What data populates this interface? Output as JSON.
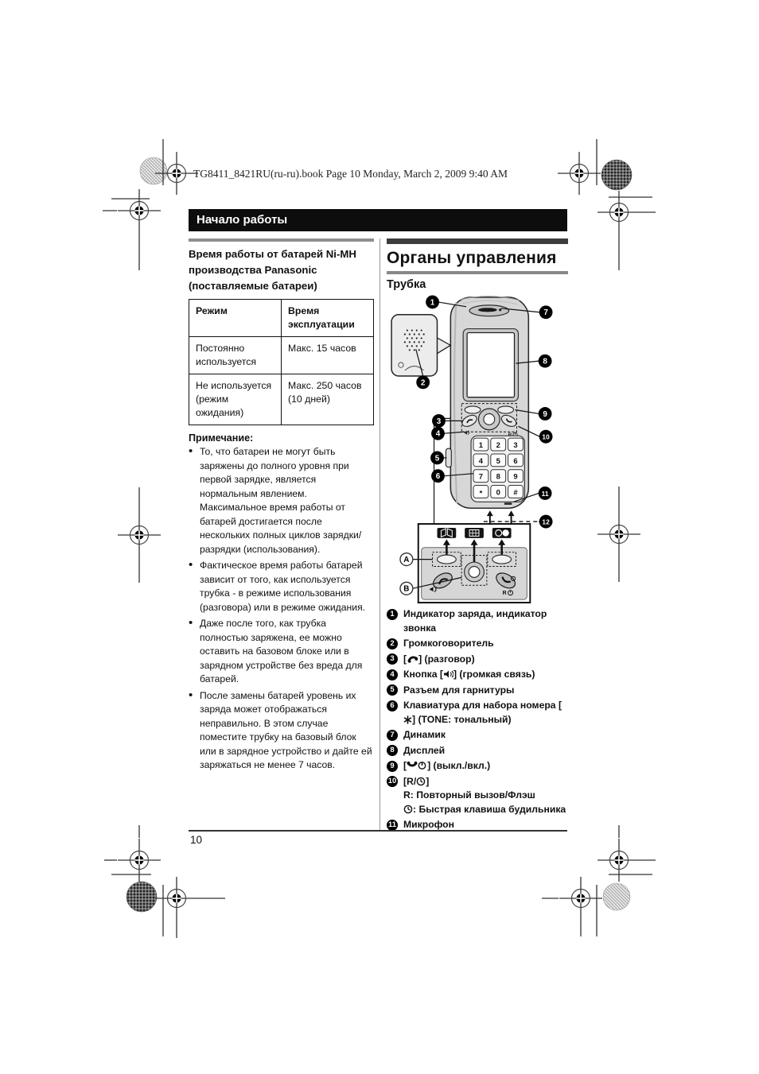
{
  "page": {
    "print_header": "TG8411_8421RU(ru-ru).book  Page 10  Monday, March 2, 2009  9:40 AM",
    "section_header": "Начало работы",
    "page_number": "10"
  },
  "left_column": {
    "heading": "Время работы от батарей Ni-MH производства Panasonic (поставляемые батареи)",
    "table": {
      "headers": [
        "Режим",
        "Время эксплуатации"
      ],
      "rows": [
        [
          "Постоянно используется",
          "Макс. 15 часов"
        ],
        [
          "Не используется (режим ожидания)",
          "Макс. 250 часов (10 дней)"
        ]
      ]
    },
    "note_title": "Примечание:",
    "notes": [
      "То, что батареи не могут быть заряжены до полного уровня при первой зарядке, является нормальным явлением. Максимальное время работы от батарей достигается после нескольких полных циклов зарядки/разрядки (использования).",
      "Фактическое время работы батарей зависит от того, как используется трубка - в режиме использования (разговора) или в режиме ожидания.",
      "Даже после того, как трубка полностью заряжена, ее можно оставить на базовом блоке или в зарядном устройстве без вреда для батарей.",
      "После замены батарей уровень их заряда может отображаться неправильно. В этом случае поместите трубку на базовый блок или в зарядное устройство и дайте ей заряжаться не менее 7 часов."
    ]
  },
  "right_column": {
    "title": "Органы управления",
    "subtitle": "Трубка",
    "diagram": {
      "callouts": {
        "c1": "1",
        "c2": "2",
        "c3": "3",
        "c4": "4",
        "c5": "5",
        "c6": "6",
        "c7": "7",
        "c8": "8",
        "c9": "9",
        "c10": "10",
        "c11": "11",
        "c12": "12"
      },
      "inset_labels": {
        "a": "A",
        "b": "B"
      },
      "keypad": [
        "1",
        "2",
        "3",
        "4",
        "5",
        "6",
        "7",
        "8",
        "9",
        "*",
        "0",
        "#"
      ],
      "r_key": "R"
    },
    "legend": [
      {
        "num": "1",
        "pre": "Индикатор заряда, индикатор звонка"
      },
      {
        "num": "2",
        "pre": "Громкоговоритель"
      },
      {
        "num": "3",
        "pre": "[",
        "post": "] (разговор)"
      },
      {
        "num": "4",
        "pre": "Кнопка [",
        "post": "] (громкая связь)"
      },
      {
        "num": "5",
        "pre": "Разъем для гарнитуры"
      },
      {
        "num": "6",
        "pre": "Клавиатура для набора номера [",
        "post": "] (TONE: тональный)"
      },
      {
        "num": "7",
        "pre": "Динамик"
      },
      {
        "num": "8",
        "pre": "Дисплей"
      },
      {
        "num": "9",
        "pre": "[",
        "post": "] (выкл./вкл.)"
      },
      {
        "num": "10",
        "pre": "[R/",
        "post": "]",
        "sub1": "R: Повторный вызов/Флэш",
        "sub2": ": Быстрая клавиша будильника"
      },
      {
        "num": "11",
        "pre": "Микрофон"
      }
    ]
  }
}
